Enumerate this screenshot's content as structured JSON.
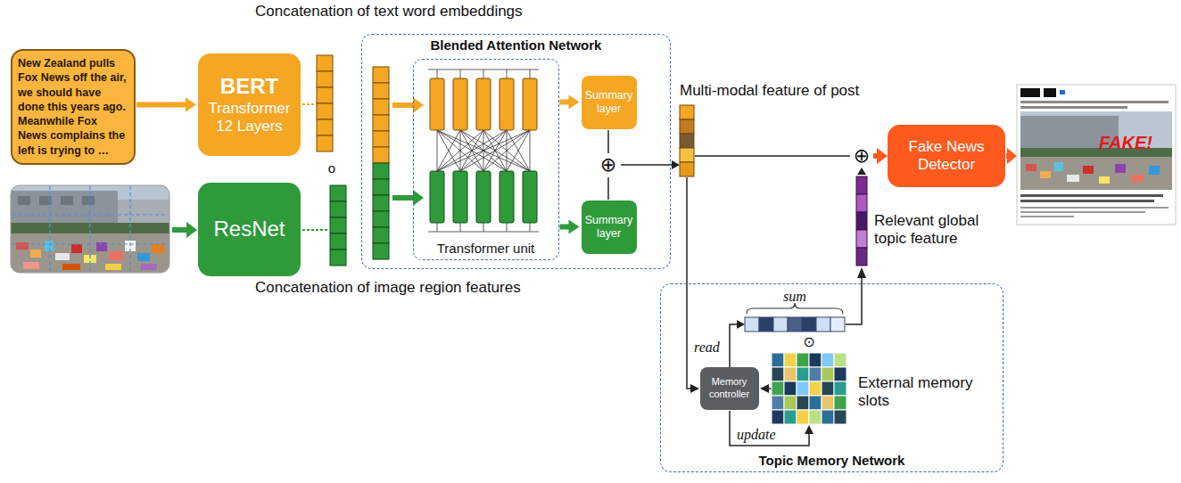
{
  "diagram": {
    "nodes": [
      {
        "text": [
          "New Zealand pulls Fox News off the air, we should have done this years ago. Meanwhile Fox News complains the left is trying to …"
        ]
      },
      {
        "text": [
          "BERT",
          "Transformer 12 Layers"
        ]
      },
      {
        "text": [
          "ResNet"
        ]
      },
      {
        "text": [
          "Blended Attention Network"
        ]
      },
      {
        "text": [
          "Transformer unit"
        ],
        "in": 3
      },
      {
        "text": [
          "Summary layer"
        ],
        "in": 3
      },
      {
        "text": [
          "Summary layer"
        ],
        "in": 3
      },
      {
        "text": [
          "Fake News Detector"
        ]
      },
      {
        "text": [
          "Topic Memory Network"
        ]
      },
      {
        "text": [
          "Memory controller"
        ],
        "in": 8
      }
    ],
    "edges": [
      {
        "from": 0,
        "to": 1,
        "arrow": "to"
      },
      {
        "from": 4,
        "to": 5,
        "arrow": "to"
      },
      {
        "from": 4,
        "to": 6,
        "arrow": "to"
      }
    ],
    "labels": [
      "Concatenation of text word embeddings",
      "o",
      "⊕",
      "Multi-modal feature of post",
      "⊕",
      "FAKE!",
      "Relevant global topic feature",
      "sum",
      "read",
      "⊙",
      "update",
      "External memory slots",
      "Concatenation of image region features"
    ]
  }
}
